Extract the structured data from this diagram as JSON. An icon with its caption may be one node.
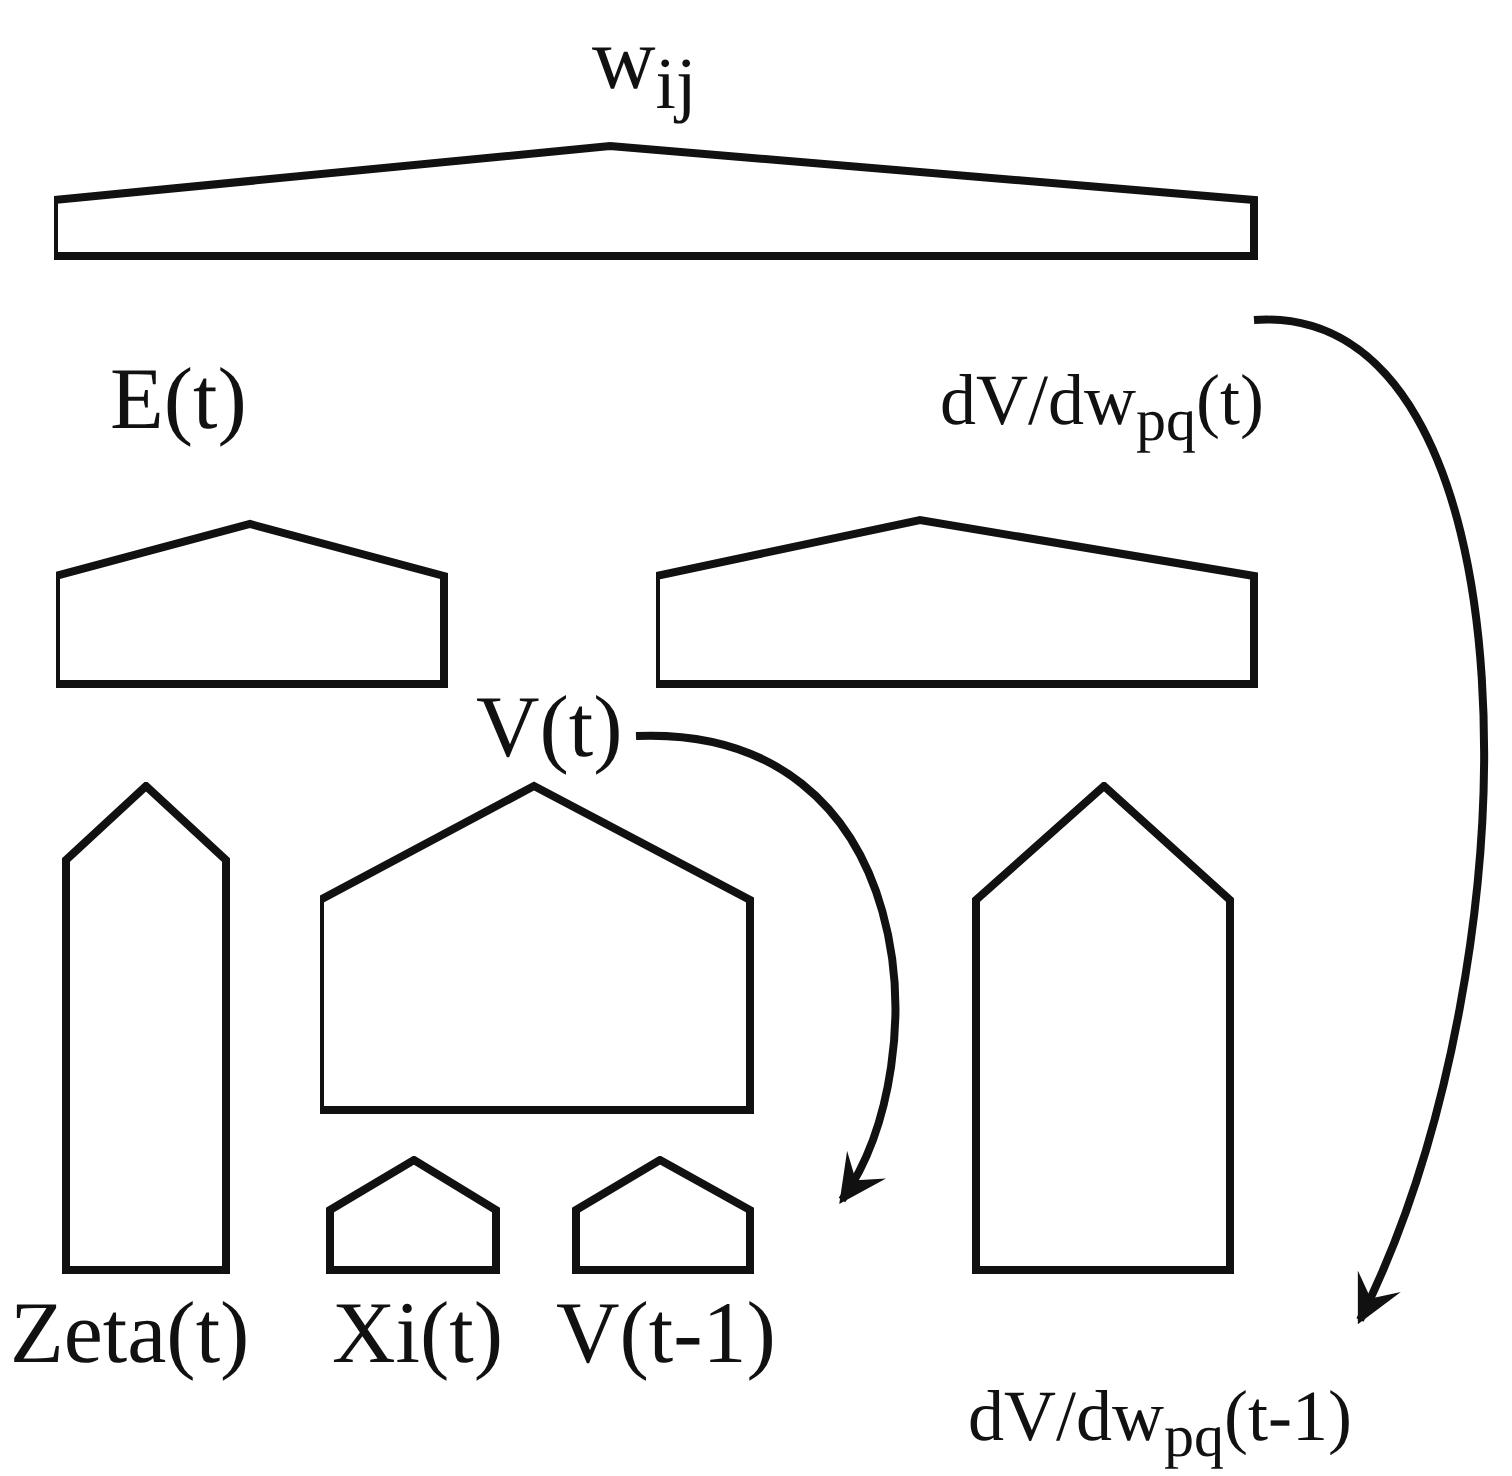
{
  "diagram": {
    "nodes": [
      {
        "text": [
          "w$_{ij}$"
        ]
      },
      {
        "text": [
          "E(t)"
        ]
      },
      {
        "text": [
          "dV/dw$_{pq}$(t)"
        ]
      },
      {
        "text": [
          "Zeta(t)"
        ]
      },
      {
        "text": [
          "V(t)"
        ]
      },
      {
        "text": [
          "dV/dw$_{pq}$(t-1)"
        ]
      },
      {
        "text": [
          "Xi(t)"
        ]
      },
      {
        "text": [
          "V(t-1)"
        ]
      }
    ],
    "edges": [
      {
        "from": 4,
        "to": 7,
        "arrow": "to"
      },
      {
        "from": 2,
        "to": 5,
        "arrow": "to"
      }
    ]
  }
}
